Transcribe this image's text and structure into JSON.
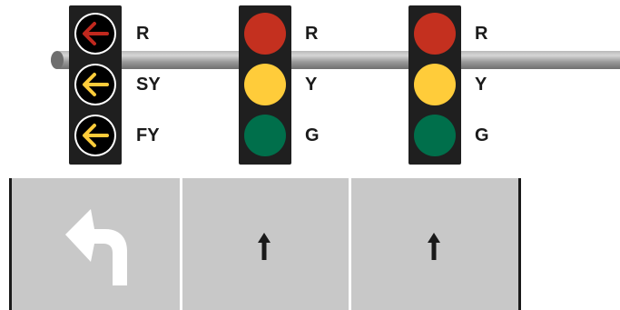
{
  "signals": [
    {
      "type": "flashing-yellow-arrow",
      "lenses": [
        {
          "icon": "left-arrow-icon",
          "color": "#c0281e",
          "label": "R"
        },
        {
          "icon": "left-arrow-icon",
          "color": "#ffcc3a",
          "label": "SY"
        },
        {
          "icon": "left-arrow-icon",
          "color": "#ffcc3a",
          "label": "FY"
        }
      ]
    },
    {
      "type": "circular",
      "lenses": [
        {
          "color": "#c4301f",
          "label": "R"
        },
        {
          "color": "#ffcc3a",
          "label": "Y"
        },
        {
          "color": "#006f4b",
          "label": "G"
        }
      ]
    },
    {
      "type": "circular",
      "lenses": [
        {
          "color": "#c4301f",
          "label": "R"
        },
        {
          "color": "#ffcc3a",
          "label": "Y"
        },
        {
          "color": "#006f4b",
          "label": "G"
        }
      ]
    }
  ],
  "lanes": [
    {
      "marking": "left-turn-arrow-icon"
    },
    {
      "marking": "through-arrow-icon"
    },
    {
      "marking": "through-arrow-icon"
    }
  ]
}
